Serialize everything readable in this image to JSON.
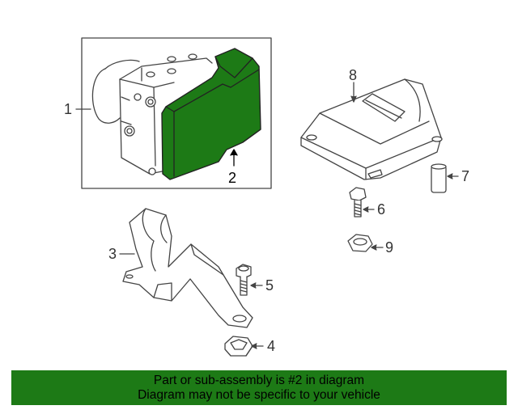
{
  "callouts": {
    "c1": "1",
    "c2": "2",
    "c3": "3",
    "c4": "4",
    "c5": "5",
    "c6": "6",
    "c7": "7",
    "c8": "8",
    "c9": "9"
  },
  "highlighted_part": "2",
  "colors": {
    "highlight": "#1d7a16",
    "line": "#444444",
    "banner": "#1d7a16"
  },
  "banner": {
    "line1": "Part or sub-assembly is #2 in diagram",
    "line2": "Diagram may not be specific to your vehicle"
  }
}
